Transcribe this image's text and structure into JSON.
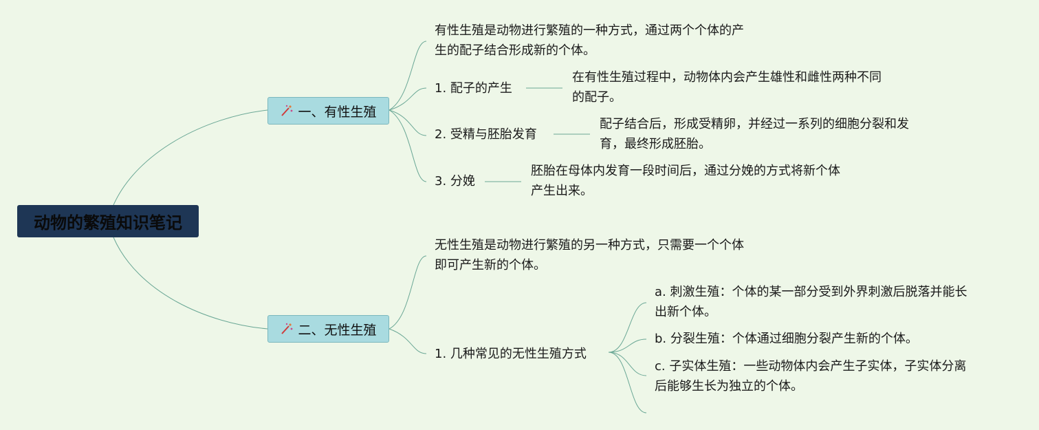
{
  "root": {
    "title": "动物的繁殖知识笔记"
  },
  "branches": [
    {
      "label": "一、有性生殖",
      "intro": [
        "有性生殖是动物进行繁殖的一种方式，通过两个个体的产",
        "生的配子结合形成新的个体。"
      ],
      "items": [
        {
          "label": "1. 配子的产生",
          "desc": [
            "在有性生殖过程中，动物体内会产生雄性和雌性两种不同",
            "的配子。"
          ]
        },
        {
          "label": "2. 受精与胚胎发育",
          "desc": [
            "配子结合后，形成受精卵，并经过一系列的细胞分裂和发",
            "育，最终形成胚胎。"
          ]
        },
        {
          "label": "3. 分娩",
          "desc": [
            "胚胎在母体内发育一段时间后，通过分娩的方式将新个体",
            "产生出来。"
          ]
        }
      ]
    },
    {
      "label": "二、无性生殖",
      "intro": [
        "无性生殖是动物进行繁殖的另一种方式，只需要一个个体",
        "即可产生新的个体。"
      ],
      "items": [
        {
          "label": "1. 几种常见的无性生殖方式",
          "subs": [
            [
              "a. 刺激生殖：个体的某一部分受到外界刺激后脱落并能长",
              "出新个体。"
            ],
            [
              "b. 分裂生殖：个体通过细胞分裂产生新的个体。"
            ],
            [
              "c. 子实体生殖：一些动物体内会产生子实体，子实体分离",
              "后能够生长为独立的个体。"
            ]
          ]
        }
      ]
    }
  ],
  "colors": {
    "background": "#eef7e8",
    "root_fill": "#1e3655",
    "branch_fill": "#a9dbe0",
    "line": "#6aa795"
  }
}
